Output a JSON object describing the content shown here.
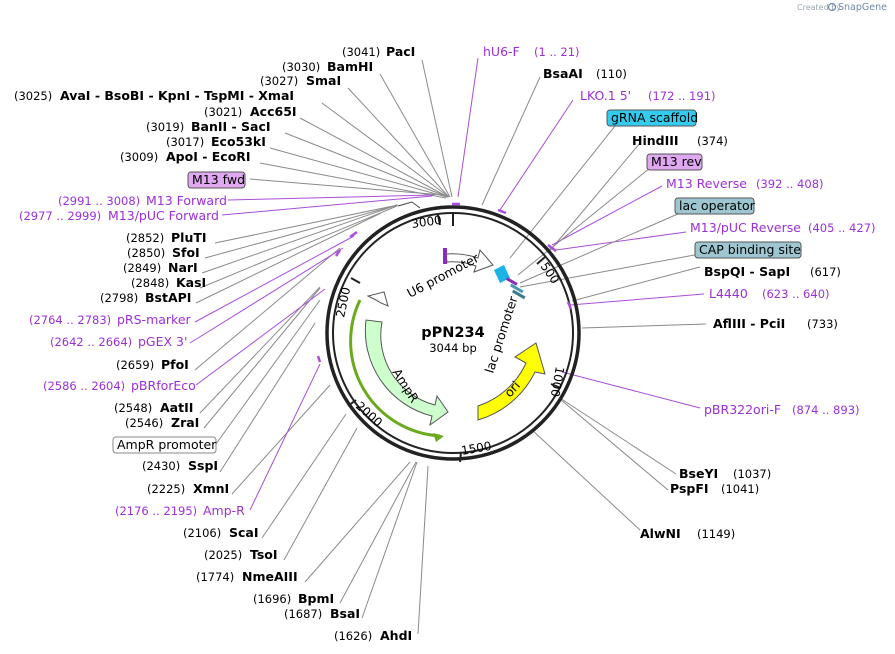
{
  "branding": {
    "created_by": "Created by",
    "product": "SnapGene"
  },
  "plasmid": {
    "name": "pPN234",
    "length_label": "3044 bp",
    "length": 3044
  },
  "ticks": [
    "3000",
    "500",
    "1000",
    "1500",
    "2000",
    "2500"
  ],
  "features": [
    {
      "name": "U6 promoter",
      "color": "#ffffff",
      "type": "promoter"
    },
    {
      "name": "lac promoter",
      "color": "#ffffff",
      "type": "promoter"
    },
    {
      "name": "ori",
      "color": "#ffff00",
      "type": "rep_origin"
    },
    {
      "name": "AmpR",
      "color": "#ccffcc",
      "type": "CDS"
    }
  ],
  "sites_left": [
    {
      "pos": "(3041)",
      "name": "PacI"
    },
    {
      "pos": "(3030)",
      "name": "BamHI"
    },
    {
      "pos": "(3027)",
      "name": "SmaI"
    },
    {
      "pos": "(3025)",
      "name": "AvaI - BsoBI - KpnI - TspMI - XmaI"
    },
    {
      "pos": "(3021)",
      "name": "Acc65I"
    },
    {
      "pos": "(3019)",
      "name": "BanII - SacI"
    },
    {
      "pos": "(3017)",
      "name": "Eco53kI"
    },
    {
      "pos": "(3009)",
      "name": "ApoI - EcoRI"
    },
    {
      "pos": "(2852)",
      "name": "PluTI"
    },
    {
      "pos": "(2850)",
      "name": "SfoI"
    },
    {
      "pos": "(2849)",
      "name": "NarI"
    },
    {
      "pos": "(2848)",
      "name": "KasI"
    },
    {
      "pos": "(2798)",
      "name": "BstAPI"
    },
    {
      "pos": "(2659)",
      "name": "PfoI"
    },
    {
      "pos": "(2548)",
      "name": "AatII"
    },
    {
      "pos": "(2546)",
      "name": "ZraI"
    },
    {
      "pos": "(2430)",
      "name": "SspI"
    },
    {
      "pos": "(2225)",
      "name": "XmnI"
    },
    {
      "pos": "(2106)",
      "name": "ScaI"
    },
    {
      "pos": "(2025)",
      "name": "TsoI"
    },
    {
      "pos": "(1774)",
      "name": "NmeAIII"
    },
    {
      "pos": "(1696)",
      "name": "BpmI"
    },
    {
      "pos": "(1687)",
      "name": "BsaI"
    },
    {
      "pos": "(1626)",
      "name": "AhdI"
    }
  ],
  "sites_right": [
    {
      "name": "BsaAI",
      "pos": "(110)"
    },
    {
      "name": "HindIII",
      "pos": "(374)"
    },
    {
      "name": "BspQI - SapI",
      "pos": "(617)"
    },
    {
      "name": "AflIII - PciI",
      "pos": "(733)"
    },
    {
      "name": "BseYI",
      "pos": "(1037)"
    },
    {
      "name": "PspFI",
      "pos": "(1041)"
    },
    {
      "name": "AlwNI",
      "pos": "(1149)"
    }
  ],
  "primers_left": [
    {
      "pos": "(2991 .. 3008)",
      "name": "M13 Forward"
    },
    {
      "pos": "(2977 .. 2999)",
      "name": "M13/pUC Forward"
    },
    {
      "pos": "(2764 .. 2783)",
      "name": "pRS-marker"
    },
    {
      "pos": "(2642 .. 2664)",
      "name": "pGEX 3'"
    },
    {
      "pos": "(2586 .. 2604)",
      "name": "pBRforEco"
    },
    {
      "pos": "(2176 .. 2195)",
      "name": "Amp-R"
    }
  ],
  "primers_right": [
    {
      "name": "hU6-F",
      "pos": "(1 .. 21)"
    },
    {
      "name": "LKO.1 5'",
      "pos": "(172 .. 191)"
    },
    {
      "name": "M13 Reverse",
      "pos": "(392 .. 408)"
    },
    {
      "name": "M13/pUC Reverse",
      "pos": "(405 .. 427)"
    },
    {
      "name": "L4440",
      "pos": "(623 .. 640)"
    },
    {
      "name": "pBR322ori-F",
      "pos": "(874 .. 893)"
    }
  ],
  "boxed_labels": [
    {
      "name": "gRNA scaffold",
      "color": "#33ccee"
    },
    {
      "name": "M13 rev",
      "color": "#e0a8f0"
    },
    {
      "name": "lac operator",
      "color": "#9ec6d1"
    },
    {
      "name": "CAP binding site",
      "color": "#9ec6d1"
    },
    {
      "name": "M13 fwd",
      "color": "#e0a8f0"
    },
    {
      "name": "AmpR promoter",
      "color": "#ffffff"
    }
  ]
}
